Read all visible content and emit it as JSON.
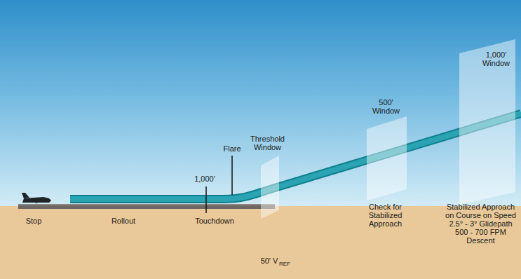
{
  "diagram": {
    "labels": [
      "1,000' Window",
      "500' Window",
      "Threshold Window",
      "Flare",
      "1,000'",
      "Stop",
      "Rollout",
      "Touchdown",
      "Check for Stabilized Approach",
      "Stabilized Approach on Course on Speed 2.5° - 3° Glidepath 500 - 700 FPM Descent",
      "50' V",
      "REF"
    ]
  }
}
